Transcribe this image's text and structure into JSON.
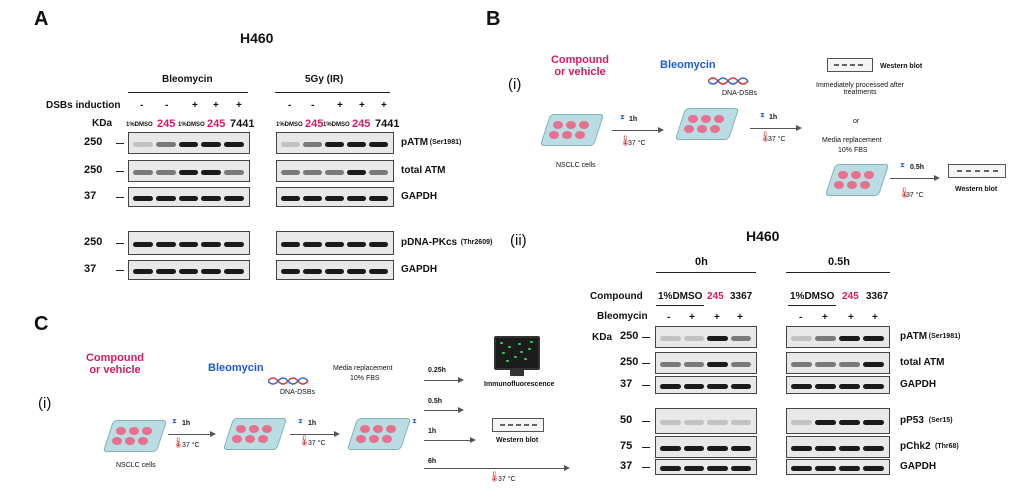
{
  "panelA": {
    "letter": "A",
    "title": "H460",
    "group_bleo": "Bleomycin",
    "group_ir": "5Gy (IR)",
    "dsb_label": "DSBs induction",
    "signs": [
      "-",
      "-",
      "+",
      "+",
      "+"
    ],
    "kda": "KDa",
    "lanes": [
      "1%DMSO",
      "245",
      "1%DMSO",
      "245",
      "7441"
    ],
    "lanes_ir": [
      "1%DMSO",
      "245",
      "1%DMSO",
      "245",
      "7441"
    ],
    "mw": [
      "250",
      "250",
      "37",
      "250",
      "37"
    ],
    "proteins": [
      {
        "name": "pATM",
        "site": "(Ser1981)"
      },
      {
        "name": "total ATM",
        "site": ""
      },
      {
        "name": "GAPDH",
        "site": ""
      },
      {
        "name": "pDNA-PKcs",
        "site": "(Thr2609)"
      },
      {
        "name": "GAPDH",
        "site": ""
      }
    ]
  },
  "panelB": {
    "letter": "B",
    "sub_i": "(i)",
    "sub_ii": "(ii)",
    "compound": "Compound or vehicle",
    "bleomycin": "Bleomycin",
    "dna_dsbs": "DNA-DSBs",
    "time1": "1h",
    "time2": "1h",
    "temp": "37 °C",
    "cells": "NSCLC cells",
    "wb_top": "Western blot",
    "immediate": "Immediately processed after treatments",
    "or": "or",
    "media": "Media replacement",
    "fbs": "10% FBS",
    "time3": "0.5h",
    "wb_bottom": "Western blot",
    "blot_title": "H460",
    "t0": "0h",
    "t05": "0.5h",
    "compound_label": "Compound",
    "bleo_label": "Bleomycin",
    "lanes0": [
      "1%DMSO",
      "245",
      "3367"
    ],
    "lanes05": [
      "1%DMSO",
      "245",
      "3367"
    ],
    "signs": [
      "-",
      "+",
      "+",
      "+"
    ],
    "kda": "KDa",
    "mw": [
      "250",
      "250",
      "37",
      "50",
      "75",
      "37"
    ],
    "proteins": [
      {
        "name": "pATM",
        "site": "(Ser1981)"
      },
      {
        "name": "total ATM",
        "site": ""
      },
      {
        "name": "GAPDH",
        "site": ""
      },
      {
        "name": "pP53",
        "site": "(Ser15)"
      },
      {
        "name": "pChk2",
        "site": "(Thr68)"
      },
      {
        "name": "GAPDH",
        "site": ""
      }
    ]
  },
  "panelC": {
    "letter": "C",
    "sub_i": "(i)",
    "compound": "Compound or vehicle",
    "bleomycin": "Bleomycin",
    "dna_dsbs": "DNA-DSBs",
    "media": "Media replacement",
    "fbs": "10% FBS",
    "time1": "1h",
    "time2": "1h",
    "temp": "37 °C",
    "cells": "NSCLC cells",
    "t025": "0.25h",
    "t05": "0.5h",
    "t1": "1h",
    "t6": "6h",
    "if": "Immunofluorescence",
    "wb": "Western blot",
    "temp2": "37 °C"
  }
}
